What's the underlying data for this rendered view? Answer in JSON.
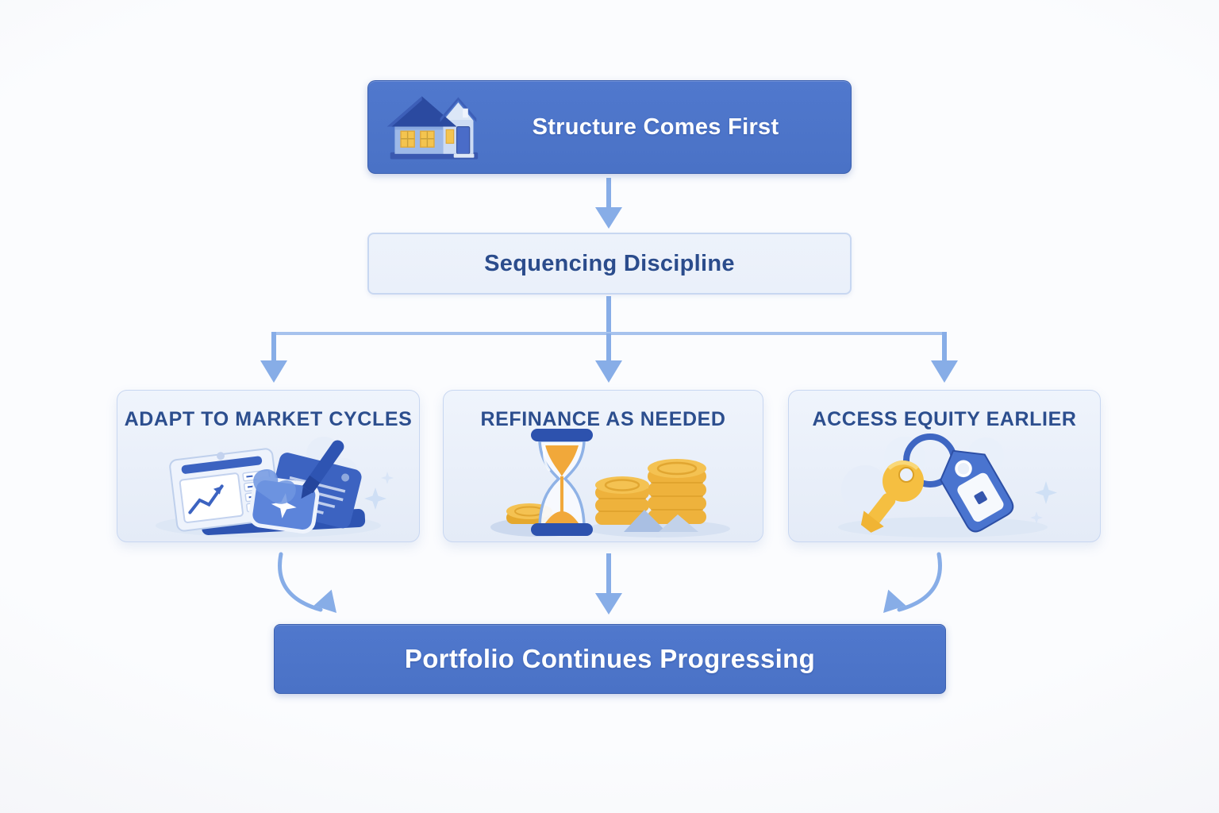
{
  "diagram": {
    "title_node": {
      "label": "Structure Comes First",
      "icon": "house-icon"
    },
    "sequencing_node": {
      "label": "Sequencing Discipline"
    },
    "branches": [
      {
        "label": "ADAPT TO MARKET CYCLES",
        "icon": "calendar-pen-illustration"
      },
      {
        "label": "REFINANCE AS NEEDED",
        "icon": "hourglass-coins-illustration"
      },
      {
        "label": "ACCESS EQUITY EARLIER",
        "icon": "key-tag-illustration"
      }
    ],
    "outcome_node": {
      "label": "Portfolio Continues Progressing"
    },
    "connectors": [
      "title-to-sequencing-arrow",
      "sequencing-branch-split",
      "branch-left-to-outcome-curve",
      "branch-middle-to-outcome-arrow",
      "branch-right-to-outcome-curve"
    ]
  },
  "theme": {
    "primary_blue": "#4a72c6",
    "light_panel_bg": "#eaf0fa",
    "panel_border": "#c8d7f1",
    "heading_text": "#2b4c8c",
    "arrow_color": "#87ade7",
    "coin_gold": "#eeb23c",
    "sand_orange": "#f1a83a",
    "key_gold": "#f5bf41",
    "tag_blue": "#4a74cf"
  }
}
